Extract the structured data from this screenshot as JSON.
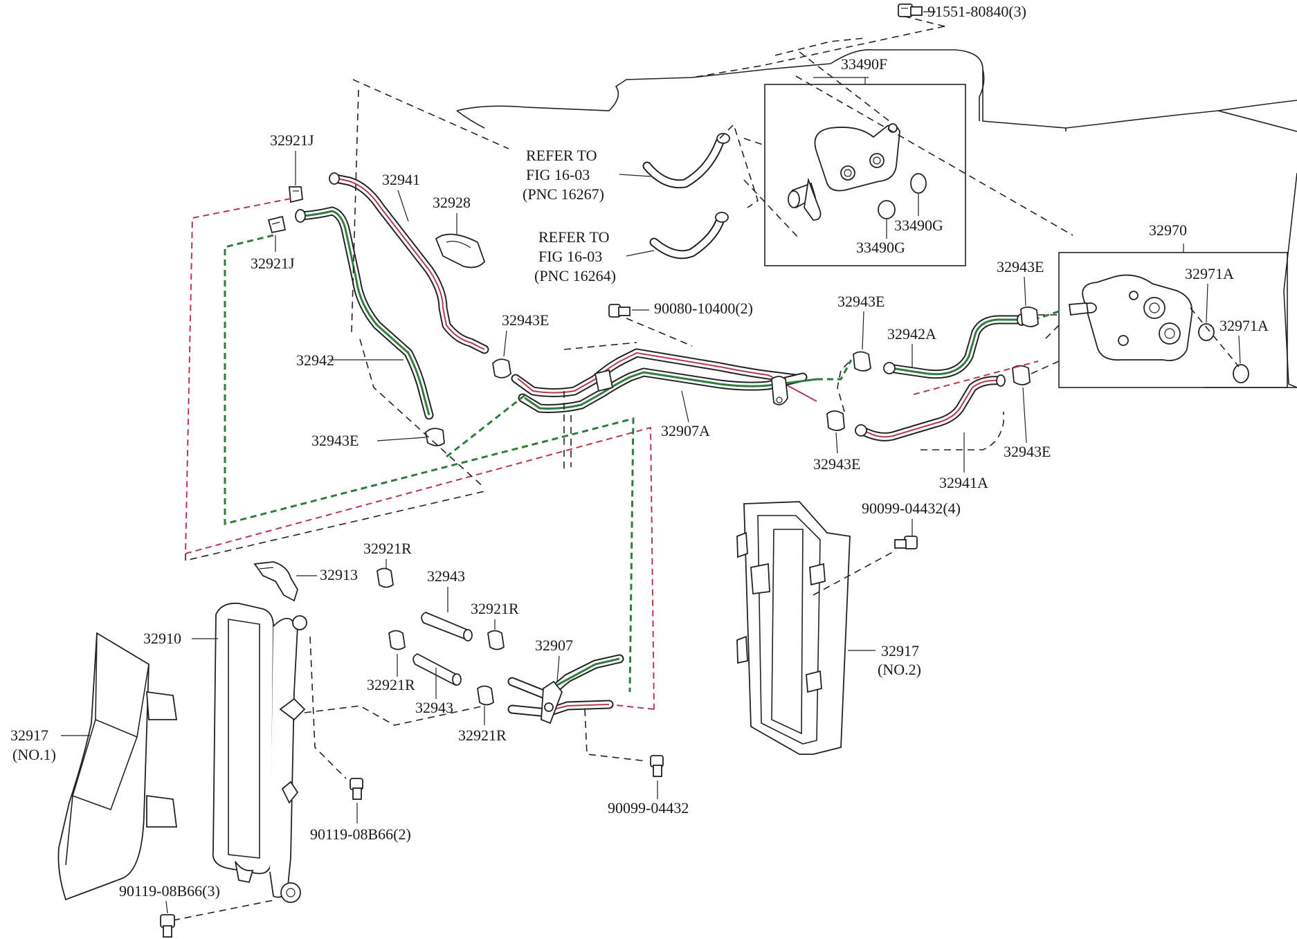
{
  "colors": {
    "ink": "#222222",
    "feed_line": "#b5384c",
    "return_line": "#2e7d3e"
  },
  "labels": {
    "p91551": "91551-80840(3)",
    "p33490F": "33490F",
    "p32921J_top": "32921J",
    "p32921J_bot": "32921J",
    "p32941": "32941",
    "p32928": "32928",
    "refer1_line1": "REFER TO",
    "refer1_line2": "FIG 16-03",
    "refer1_line3": "(PNC 16267)",
    "refer2_line1": "REFER TO",
    "refer2_line2": "FIG 16-03",
    "refer2_line3": "(PNC 16264)",
    "p33490G_a": "33490G",
    "p33490G_b": "33490G",
    "p32970": "32970",
    "p32943E_tr": "32943E",
    "p32971A_a": "32971A",
    "p32971A_b": "32971A",
    "p90080": "90080-10400(2)",
    "p32943E_mid": "32943E",
    "p32943E_cl": "32943E",
    "p32942A": "32942A",
    "p32942": "32942",
    "p32943E_left": "32943E",
    "p32907A": "32907A",
    "p32943E_bl": "32943E",
    "p32943E_br": "32943E",
    "p32941A": "32941A",
    "p90099_4": "90099-04432(4)",
    "p32921R_a": "32921R",
    "p32913": "32913",
    "p32943_a": "32943",
    "p32921R_b": "32921R",
    "p32910": "32910",
    "p32907": "32907",
    "p32917_no2_a": "32917",
    "p32917_no2_b": "(NO.2)",
    "p32921R_c": "32921R",
    "p32943_b": "32943",
    "p32921R_d": "32921R",
    "p32917_no1_a": "32917",
    "p32917_no1_b": "(NO.1)",
    "p90119_2": "90119-08B66(2)",
    "p90099_1": "90099-04432",
    "p90119_3": "90119-08B66(3)"
  }
}
